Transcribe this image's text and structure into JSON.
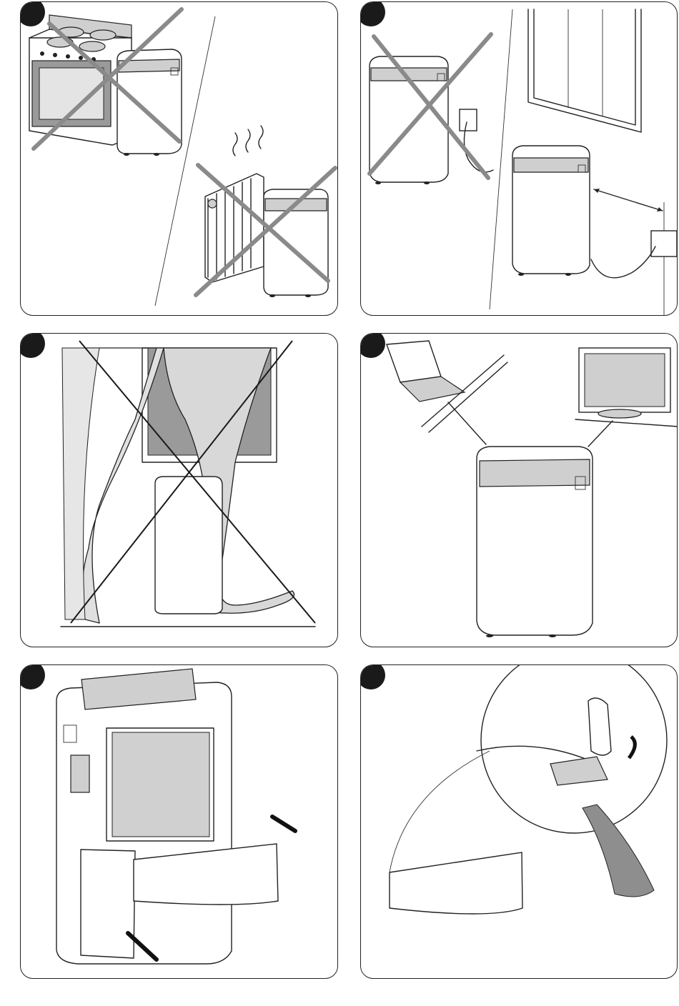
{
  "page": {
    "panels": [
      {
        "id": "step-1",
        "icon": "do-not-place-near-heat-sources"
      },
      {
        "id": "step-2",
        "icon": "keep-distance-from-wall-outlet"
      },
      {
        "id": "step-3",
        "icon": "do-not-block-with-curtains"
      },
      {
        "id": "step-4",
        "icon": "keep-away-from-electronics"
      },
      {
        "id": "step-5",
        "icon": "remove-water-tank"
      },
      {
        "id": "step-6",
        "icon": "empty-water-tank"
      }
    ],
    "colors": {
      "badge": "#1a1a1a",
      "cross": "#8a8a8a",
      "line": "#222222"
    }
  }
}
